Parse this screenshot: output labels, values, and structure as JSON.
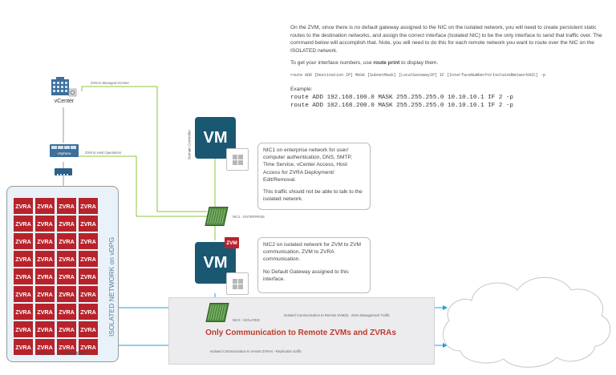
{
  "labels": {
    "vcenter": "vCenter",
    "vsphere": "vSphere",
    "zvm_to_vcenter": "ZVM to Managed vCenter",
    "zvm_to_host": "ZVM to Host Operations",
    "domain_controller": "Domain Controller",
    "vm": "VM",
    "zvm_badge": "ZVM",
    "nic1": "NIC1 - ENTERPRISE",
    "nic2": "NIC2 - ISOLATED",
    "isolated_network": "ISOLATED NETWORK on vDPG",
    "vras_per_host": "VRAs – 1 PER HOST",
    "vra": "ZVRA",
    "only_comm": "Only Communication to Remote ZVMs and ZVRAs",
    "zvm_traffic": "Isolated Communication to Remote ZVM(s) - Zerto Management Traffic",
    "vra_traffic": "Isolated Communication to remote ZVRAs - Replication traffic"
  },
  "instructions": {
    "para1": "On the ZVM, since there is no default gateway assigned to the NIC on the isolated network, you will need to create persistent static routes to the destination networks, and assign the correct interface (Isolated NIC) to be the only interface to send that traffic over.  The command below will accomplish that.  Note, you will need to do this for each remote network you want to route over the NIC on the ISOLATED network.",
    "para2_prefix": "To get your interface numbers, use ",
    "para2_bold": "route print",
    "para2_suffix": " to display them.",
    "syntax": "route ADD [Destination IP] MASK [SubnetMask] [LocalGatewayIP] IF [InterfaceNumberForIsolatedNetworkNIC] -p",
    "example_label": "Example:",
    "example1": "route ADD 192.168.100.0 MASK 255.255.255.0 10.10.10.1 IF 2 -p",
    "example2": "route ADD 102.168.200.0 MASK 255.255.255.0 10.10.10.1 IF 2 -p"
  },
  "callout1": {
    "text1": "NIC1 on enterprise network for user/ computer authentication, DNS, SMTP, Time Service, vCenter Access, Host Access for ZVRA Deployment/ Edit/Removal.",
    "text2": "This traffic should not be able to talk to the isolated network."
  },
  "callout2": {
    "text1": "NIC2 on isolated network for ZVM to ZVM communication, ZVM to ZVRA communication.",
    "text2": "No Default Gateway assigned to this interface."
  },
  "colors": {
    "vm": "#1a5872",
    "vra": "#b8232b",
    "enterprise_line": "#8cc63f",
    "isolated_line": "#1aa3dc",
    "emphasis": "#c0392b"
  }
}
